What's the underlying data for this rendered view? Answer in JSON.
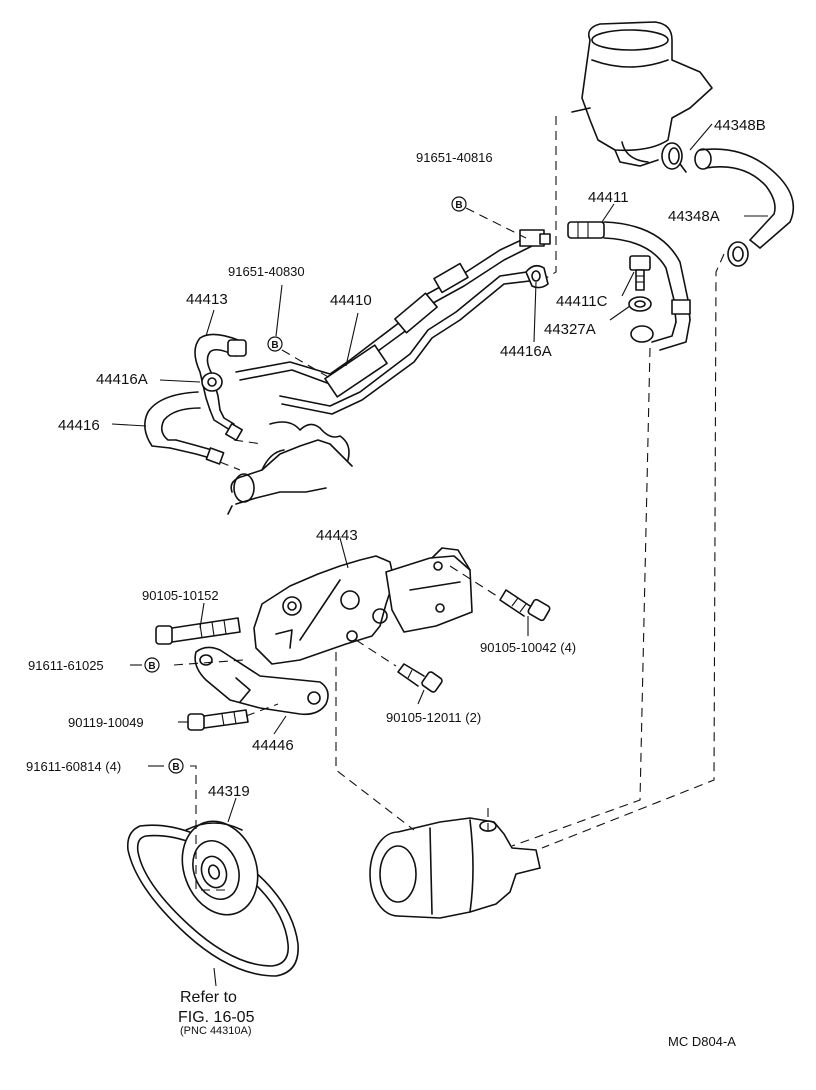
{
  "labels": {
    "p44348B": "44348B",
    "p44348A": "44348A",
    "p91651_40816": "91651-40816",
    "p44411": "44411",
    "p44411C": "44411C",
    "p44327A": "44327A",
    "p44416A_right": "44416A",
    "p91651_40830": "91651-40830",
    "p44410": "44410",
    "p44413": "44413",
    "p44416A_left": "44416A",
    "p44416": "44416",
    "p44443": "44443",
    "p90105_10152": "90105-10152",
    "p91611_61025": "91611-61025",
    "p90105_10042": "90105-10042 (4)",
    "p90119_10049": "90119-10049",
    "p90105_12011": "90105-12011 (2)",
    "p44446": "44446",
    "p91611_60814": "91611-60814 (4)",
    "p44319": "44319",
    "ref_line1": "Refer to",
    "ref_line2": "FIG. 16-05",
    "ref_line3": "(PNC 44310A)",
    "footer_code": "MC  D804-A"
  },
  "markers": {
    "b": "B"
  }
}
